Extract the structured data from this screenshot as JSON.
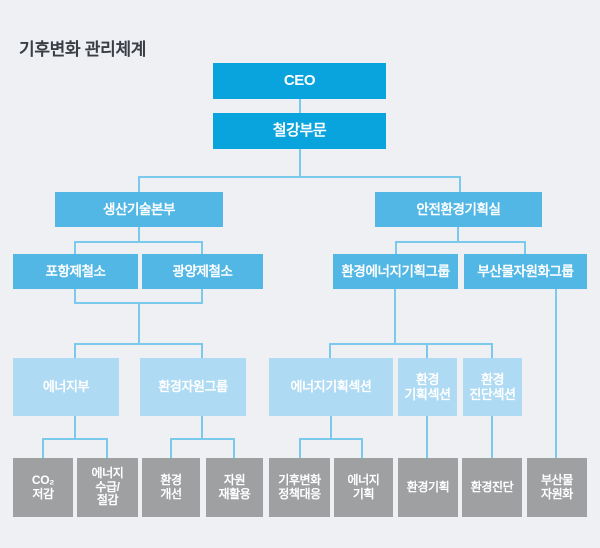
{
  "title": "기후변화 관리체계",
  "colors": {
    "level1_box": "#09a3dd",
    "level2_box": "#52b7e5",
    "level4_box": "#aedaf3",
    "level5_box": "#9ea0a2",
    "connector_line": "#7cc9ee",
    "background": "#eef0f4",
    "title_text": "#3a3f46",
    "box_text": "#ffffff"
  },
  "nodes": [
    {
      "id": "ceo",
      "label": "CEO",
      "level": 1
    },
    {
      "id": "steel-division",
      "label": "철강부문",
      "level": 1
    },
    {
      "id": "production-tech-hq",
      "label": "생산기술본부",
      "level": 2
    },
    {
      "id": "safety-env-planning-office",
      "label": "안전환경기획실",
      "level": 2
    },
    {
      "id": "pohang-steelworks",
      "label": "포항제철소",
      "level": 2
    },
    {
      "id": "gwangyang-steelworks",
      "label": "광양제철소",
      "level": 2
    },
    {
      "id": "env-energy-planning-group",
      "label": "환경에너지기획그룹",
      "level": 2
    },
    {
      "id": "byproduct-recycling-group",
      "label": "부산물자원화그룹",
      "level": 2
    },
    {
      "id": "energy-dept",
      "label": "에너지부",
      "level": 4
    },
    {
      "id": "env-resource-group",
      "label": "환경자원그룹",
      "level": 4
    },
    {
      "id": "energy-planning-section",
      "label": "에너지기획섹션",
      "level": 4
    },
    {
      "id": "env-planning-section",
      "label": "환경\n기획섹션",
      "level": 4
    },
    {
      "id": "env-diagnosis-section",
      "label": "환경\n진단섹션",
      "level": 4
    },
    {
      "id": "co2-reduction",
      "label": "CO₂\n저감",
      "level": 5
    },
    {
      "id": "energy-supply-saving",
      "label": "에너지\n수급/\n절감",
      "level": 5
    },
    {
      "id": "env-improvement",
      "label": "환경\n개선",
      "level": 5
    },
    {
      "id": "resource-recycling",
      "label": "자원\n재활용",
      "level": 5
    },
    {
      "id": "climate-policy-response",
      "label": "기후변화\n정책대응",
      "level": 5
    },
    {
      "id": "energy-planning",
      "label": "에너지\n기획",
      "level": 5
    },
    {
      "id": "env-planning",
      "label": "환경기획",
      "level": 5
    },
    {
      "id": "env-diagnosis",
      "label": "환경진단",
      "level": 5
    },
    {
      "id": "byproduct-recycling",
      "label": "부산물\n자원화",
      "level": 5
    }
  ],
  "edges": [
    [
      "ceo",
      "steel-division"
    ],
    [
      "steel-division",
      "production-tech-hq"
    ],
    [
      "steel-division",
      "safety-env-planning-office"
    ],
    [
      "production-tech-hq",
      "pohang-steelworks"
    ],
    [
      "production-tech-hq",
      "gwangyang-steelworks"
    ],
    [
      "safety-env-planning-office",
      "env-energy-planning-group"
    ],
    [
      "safety-env-planning-office",
      "byproduct-recycling-group"
    ],
    [
      "pohang-steelworks+gwangyang-steelworks",
      "energy-dept"
    ],
    [
      "pohang-steelworks+gwangyang-steelworks",
      "env-resource-group"
    ],
    [
      "env-energy-planning-group",
      "energy-planning-section"
    ],
    [
      "env-energy-planning-group",
      "env-planning-section"
    ],
    [
      "env-energy-planning-group",
      "env-diagnosis-section"
    ],
    [
      "byproduct-recycling-group",
      "byproduct-recycling"
    ],
    [
      "energy-dept",
      "co2-reduction"
    ],
    [
      "energy-dept",
      "energy-supply-saving"
    ],
    [
      "env-resource-group",
      "env-improvement"
    ],
    [
      "env-resource-group",
      "resource-recycling"
    ],
    [
      "energy-planning-section",
      "climate-policy-response"
    ],
    [
      "energy-planning-section",
      "energy-planning"
    ],
    [
      "env-planning-section",
      "env-planning"
    ],
    [
      "env-diagnosis-section",
      "env-diagnosis"
    ]
  ]
}
